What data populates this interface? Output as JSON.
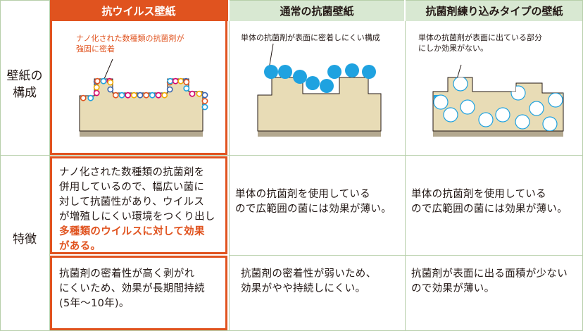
{
  "header": {
    "col1": "抗ウイルス壁紙",
    "col2": "通常の抗菌壁紙",
    "col3": "抗菌剤練り込みタイプの壁紙"
  },
  "rows": {
    "structure_label_1": "壁紙の",
    "structure_label_2": "構成",
    "feature_label": "特徴"
  },
  "annotations": {
    "col1_1": "ナノ化された数種類の抗菌剤が",
    "col1_2": "強固に密着",
    "col2": "単体の抗菌剤が表面に密着しにくい構成",
    "col3_1": "単体の抗菌剤が表面に出ている部分",
    "col3_2": "にしか効果がない。"
  },
  "features": {
    "col1_a_1": "ナノ化された数種類の抗菌剤を",
    "col1_a_2": "併用しているので、幅広い菌に",
    "col1_a_3": "対して抗菌性があり、ウイルス",
    "col1_a_4": "が増殖しにくい環境をつくり出し",
    "col1_a_5": "多種類のウイルスに対して効果",
    "col1_a_6": "がある。",
    "col1_b_1": "抗菌剤の密着性が高く剥がれ",
    "col1_b_2": "にくいため、効果が長期間持続",
    "col1_b_3": "(5年〜10年)。",
    "col2_a_1": "単体の抗菌剤を使用している",
    "col2_a_2": "ので広範囲の菌には効果が薄い。",
    "col2_b_1": "抗菌剤の密着性が弱いため、",
    "col2_b_2": "効果がやや持続しにくい。",
    "col3_a_1": "単体の抗菌剤を使用している",
    "col3_a_2": "ので広範囲の菌には効果が薄い。",
    "col3_b_1": "抗菌剤が表面に出る面積が少ない",
    "col3_b_2": "ので効果が薄い。"
  },
  "colors": {
    "accent": "#e0531f",
    "header_bg": "#d8e8d2",
    "grid": "#b7cfaa",
    "substrate": "#e8dcb6",
    "base": "#b3a88f",
    "agent_blue": "#1fa2e0",
    "ring_colors": [
      "#e0531f",
      "#1fa2e0",
      "#d6006f",
      "#f0a800",
      "#3a66b0"
    ]
  }
}
